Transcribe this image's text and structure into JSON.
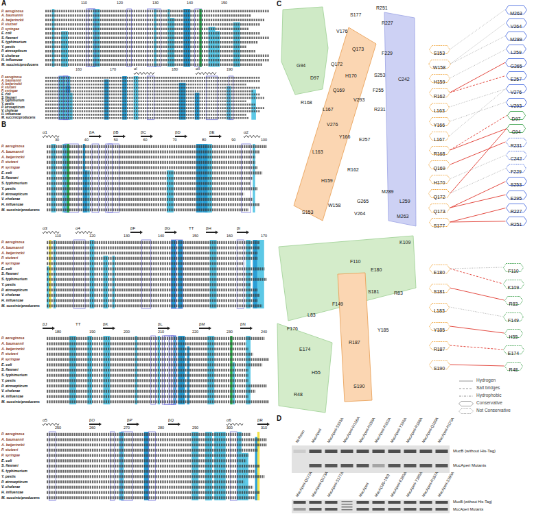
{
  "diagram": {
    "nodes": [
      {
        "text": [
          "S153"
        ]
      },
      {
        "text": [
          "W158"
        ]
      },
      {
        "text": [
          "H159"
        ]
      },
      {
        "text": [
          "R162"
        ]
      },
      {
        "text": [
          "L163"
        ]
      },
      {
        "text": [
          "Y166"
        ]
      },
      {
        "text": [
          "L167"
        ]
      },
      {
        "text": [
          "R168"
        ]
      },
      {
        "text": [
          "Q169"
        ]
      },
      {
        "text": [
          "H170"
        ]
      },
      {
        "text": [
          "Q172"
        ]
      },
      {
        "text": [
          "Q173"
        ]
      },
      {
        "text": [
          "S177"
        ]
      },
      {
        "text": [
          "M263"
        ]
      },
      {
        "text": [
          "V264"
        ]
      },
      {
        "text": [
          "M289"
        ]
      },
      {
        "text": [
          "L259"
        ]
      },
      {
        "text": [
          "G265"
        ]
      },
      {
        "text": [
          "E257"
        ]
      },
      {
        "text": [
          "V276"
        ]
      },
      {
        "text": [
          "V293"
        ]
      },
      {
        "text": [
          "D97"
        ]
      },
      {
        "text": [
          "G94"
        ]
      },
      {
        "text": [
          "R231"
        ]
      },
      {
        "text": [
          "C242"
        ]
      },
      {
        "text": [
          "F229"
        ]
      },
      {
        "text": [
          "S253"
        ]
      },
      {
        "text": [
          "E295"
        ]
      },
      {
        "text": [
          "R227"
        ]
      },
      {
        "text": [
          "R251"
        ]
      },
      {
        "text": [
          "E180"
        ]
      },
      {
        "text": [
          "S181"
        ]
      },
      {
        "text": [
          "L183"
        ]
      },
      {
        "text": [
          "Y185"
        ]
      },
      {
        "text": [
          "R187"
        ]
      },
      {
        "text": [
          "S190"
        ]
      },
      {
        "text": [
          "F110"
        ]
      },
      {
        "text": [
          "K109"
        ]
      },
      {
        "text": [
          "R83"
        ]
      },
      {
        "text": [
          "F149"
        ]
      },
      {
        "text": [
          "H55"
        ]
      },
      {
        "text": [
          "E174"
        ]
      },
      {
        "text": [
          "R48"
        ]
      }
    ],
    "edges": [
      {
        "from": 0,
        "to": 13,
        "arrow": "none"
      },
      {
        "from": 1,
        "to": 14,
        "arrow": "none"
      },
      {
        "from": 1,
        "to": 15,
        "arrow": "none"
      },
      {
        "from": 2,
        "to": 16,
        "arrow": "none"
      },
      {
        "from": 3,
        "to": 17,
        "arrow": "none"
      },
      {
        "from": 3,
        "to": 18,
        "arrow": "none"
      },
      {
        "from": 4,
        "to": 19,
        "arrow": "none"
      },
      {
        "from": 5,
        "to": 20,
        "arrow": "none"
      },
      {
        "from": 6,
        "to": 19,
        "arrow": "none"
      },
      {
        "from": 7,
        "to": 21,
        "arrow": "none"
      },
      {
        "from": 7,
        "to": 22,
        "arrow": "none"
      },
      {
        "from": 8,
        "to": 23,
        "arrow": "none"
      },
      {
        "from": 9,
        "to": 24,
        "arrow": "none"
      },
      {
        "from": 10,
        "to": 25,
        "arrow": "none"
      },
      {
        "from": 10,
        "to": 22,
        "arrow": "none"
      },
      {
        "from": 11,
        "to": 26,
        "arrow": "none"
      },
      {
        "from": 11,
        "to": 27,
        "arrow": "none"
      },
      {
        "from": 12,
        "to": 28,
        "arrow": "none"
      },
      {
        "from": 12,
        "to": 29,
        "arrow": "none"
      },
      {
        "from": 30,
        "to": 36,
        "arrow": "none"
      },
      {
        "from": 30,
        "to": 37,
        "arrow": "none"
      },
      {
        "from": 31,
        "to": 38,
        "arrow": "none"
      },
      {
        "from": 32,
        "to": 39,
        "arrow": "none"
      },
      {
        "from": 33,
        "to": 40,
        "arrow": "none"
      },
      {
        "from": 34,
        "to": 41,
        "arrow": "none"
      },
      {
        "from": 35,
        "to": 42,
        "arrow": "none"
      }
    ],
    "labels": [
      "A",
      "110",
      "120",
      "130",
      "140",
      "150",
      "P. aeruginosa",
      "A. baumannii",
      "A. beijerinckii",
      "P. stutzeri",
      "P. syringae",
      "E. coli",
      "S. flexneri",
      "S. typhimurium",
      "Y. pestis",
      "P. atrosepticum",
      "V. cholerae",
      "H. influenzae",
      "M. succiniciproducens",
      "160",
      "170",
      "180",
      "190",
      "αI",
      "αII",
      "P. aeruginosa",
      "A. baumannii",
      "A. beijerinckii",
      "P. stutzeri",
      "P. syringae",
      "E. coli",
      "S. flexneri",
      "S. typhimurium",
      "Y. pestis",
      "P. atrosepticum",
      "V. cholerae",
      "H. influenzae",
      "M. succiniciproducens",
      "B",
      "α1",
      "βA",
      "βB",
      "βC",
      "βD",
      "βE",
      "α2",
      "30",
      "40",
      "50",
      "60",
      "70",
      "80",
      "90",
      "100",
      "P. aeruginosa",
      "A. baumannii",
      "A. beijerinckii",
      "P. stutzeri",
      "P. syringae",
      "E. coli",
      "S. flexneri",
      "S. typhimurium",
      "Y. pestis",
      "P. atrosepticum",
      "V. cholerae",
      "H. influenzae",
      "M. succiniciproducens",
      "α3",
      "α4",
      "βF",
      "βG",
      "TT",
      "βH",
      "βI",
      "110",
      "120",
      "130",
      "140",
      "150",
      "160",
      "170",
      "P. aeruginosa",
      "A. baumannii",
      "A. beijerinckii",
      "P. stutzeri",
      "P. syringae",
      "E. coli",
      "S. flexneri",
      "S. typhimurium",
      "Y. pestis",
      "P. atrosepticum",
      "V. cholerae",
      "H. influenzae",
      "M. succiniciproducens",
      "βJ",
      "TT",
      "βK",
      "βL",
      "βM",
      "βN",
      "180",
      "190",
      "200",
      "210",
      "220",
      "230",
      "240",
      "P. aeruginosa",
      "A. baumannii",
      "A. beijerinckii",
      "P. stutzeri",
      "P. syringae",
      "E. coli",
      "S. flexneri",
      "S. typhimurium",
      "Y. pestis",
      "P. atrosepticum",
      "V. cholerae",
      "H. influenzae",
      "M. succiniciproducens",
      "α5",
      "βO",
      "βP'",
      "βQ",
      "α6",
      "βR",
      "250",
      "260",
      "270",
      "280",
      "290",
      "300",
      "310",
      "P. aeruginosa",
      "A. baumannii",
      "A. beijerinckii",
      "P. stutzeri",
      "P. syringae",
      "E. coli",
      "S. flexneri",
      "S. typhimurium",
      "Y. pestis",
      "P. atrosepticum",
      "V. cholerae",
      "H. influenzae",
      "M. succiniciproducens",
      "C",
      "S177",
      "R251",
      "R227",
      "V176",
      "Q173",
      "F229",
      "G94",
      "Q172",
      "H170",
      "S253",
      "C242",
      "D97",
      "Q169",
      "F255",
      "V293",
      "R168",
      "L167",
      "R231",
      "V276",
      "Y166",
      "E257",
      "L163",
      "R162",
      "H159",
      "M289",
      "G265",
      "L259",
      "W158",
      "V264",
      "S153",
      "M263",
      "K109",
      "F110",
      "E180",
      "S181",
      "R83",
      "F149",
      "L83",
      "F176",
      "Y185",
      "R187",
      "E174",
      "H55",
      "S190",
      "R48",
      "D",
      "Ni Resin",
      "MucAperi",
      "MucAperi-S153A",
      "MucAperi-W158A",
      "MucAperi-H159A",
      "MucAperi-R162A",
      "MucAperi-Y166A",
      "MucAperi-R168A",
      "MucAperi-Q169A",
      "MucAperi-H170A",
      "MucB (without His-Tag)",
      "MucAperi Mutants",
      "MucAperi-Q172A",
      "MucAperi-Q173A",
      "MucAperi-S177A",
      "MucAperi",
      "MucA(180-190)",
      "MucAperi-E180A",
      "MucAperi-Y185A",
      "MucAperi-R187A",
      "MucAperi-S190A",
      "MucB (without His-Tag)",
      "MucAperi Mutants"
    ],
    "legend": [
      {
        "text": "Hydrogen"
      },
      {
        "text": "Salt bridges"
      },
      {
        "text": "Hydrophobic"
      },
      {
        "text": "Conservative"
      },
      {
        "text": "Not Conservative"
      }
    ]
  }
}
